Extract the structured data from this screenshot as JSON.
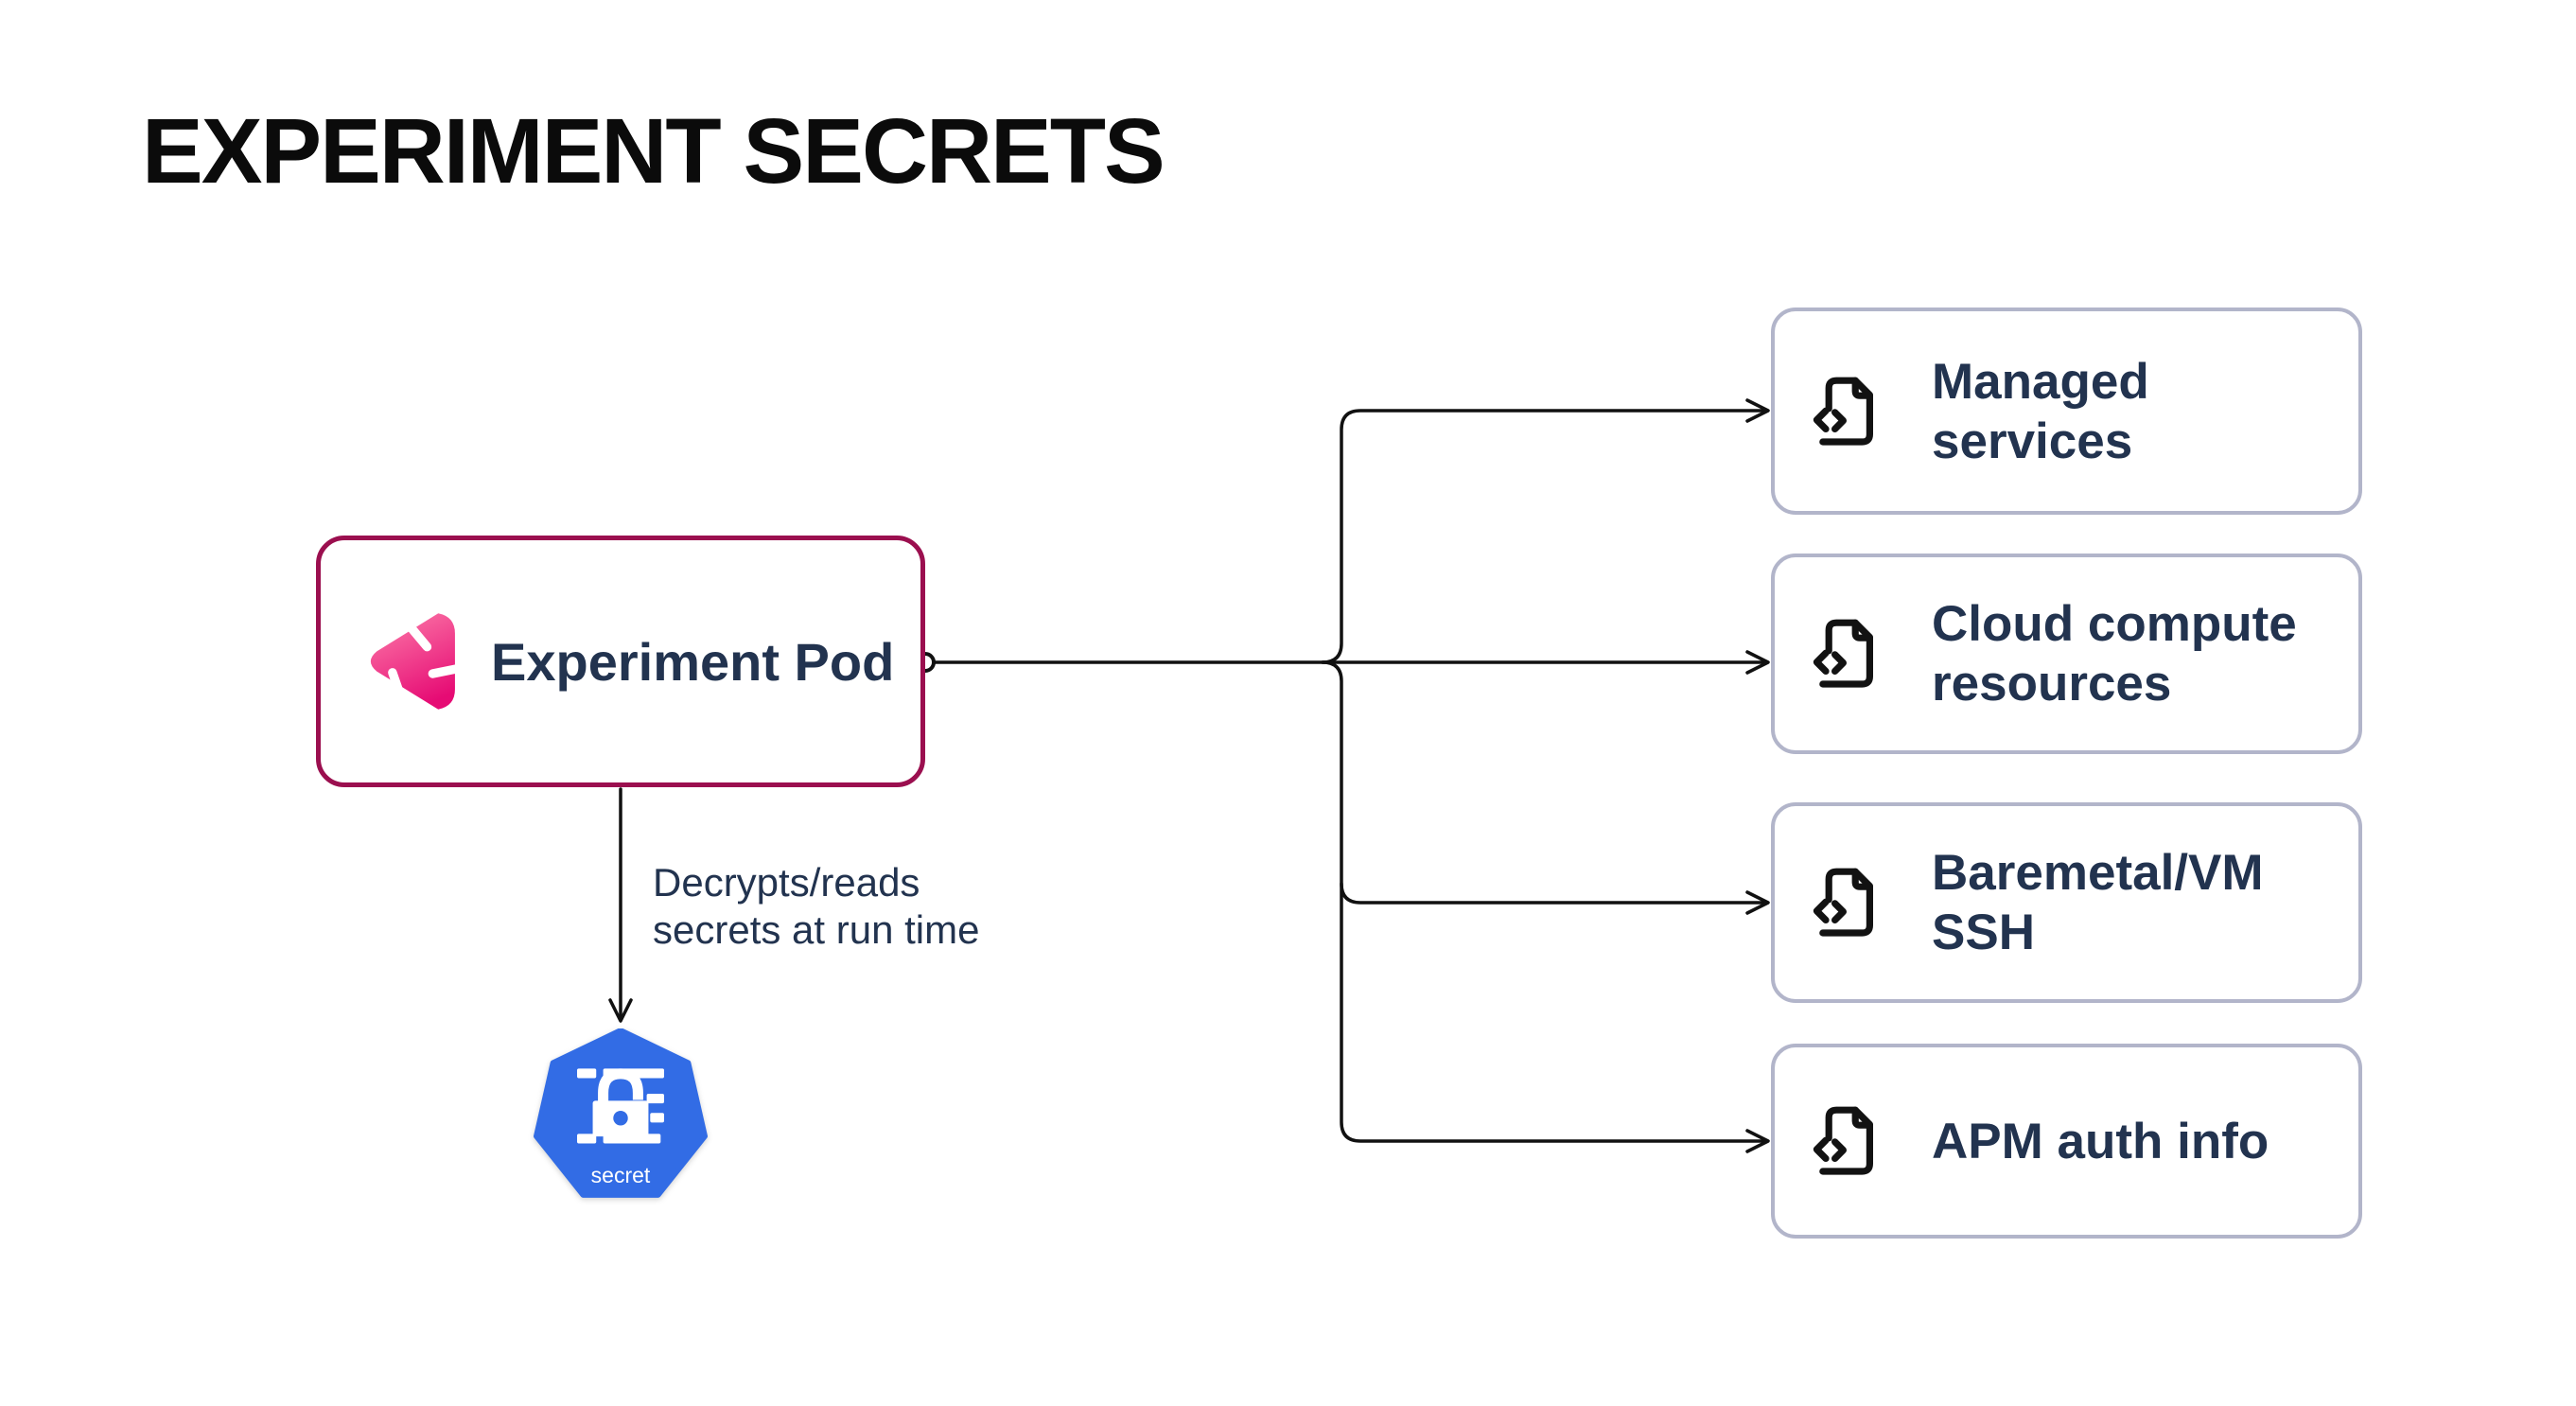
{
  "title": "EXPERIMENT SECRETS",
  "pod": {
    "label": "Experiment Pod",
    "icon": "litmus-chaos-logo"
  },
  "arrow_label": {
    "line1": "Decrypts/reads",
    "line2": "secrets at run time"
  },
  "secret_node": {
    "label": "secret",
    "icon": "kubernetes-secret-heptagon-lock"
  },
  "targets": [
    {
      "icon": "file-code",
      "lines": [
        "Managed",
        "services"
      ]
    },
    {
      "icon": "file-code",
      "lines": [
        "Cloud compute",
        "resources"
      ]
    },
    {
      "icon": "file-code",
      "lines": [
        "Baremetal/VM",
        "SSH"
      ]
    },
    {
      "icon": "file-code",
      "lines": [
        "APM auth info"
      ]
    }
  ],
  "colors": {
    "pod_border": "#9B0F4F",
    "litmus_pink_start": "#FC79A8",
    "litmus_pink_end": "#E60B74",
    "kubernetes_blue": "#326CE5",
    "target_border": "#B2B5CA",
    "text_navy": "#22334F",
    "connector_black": "#111111",
    "title_black": "#0B0B0B"
  }
}
